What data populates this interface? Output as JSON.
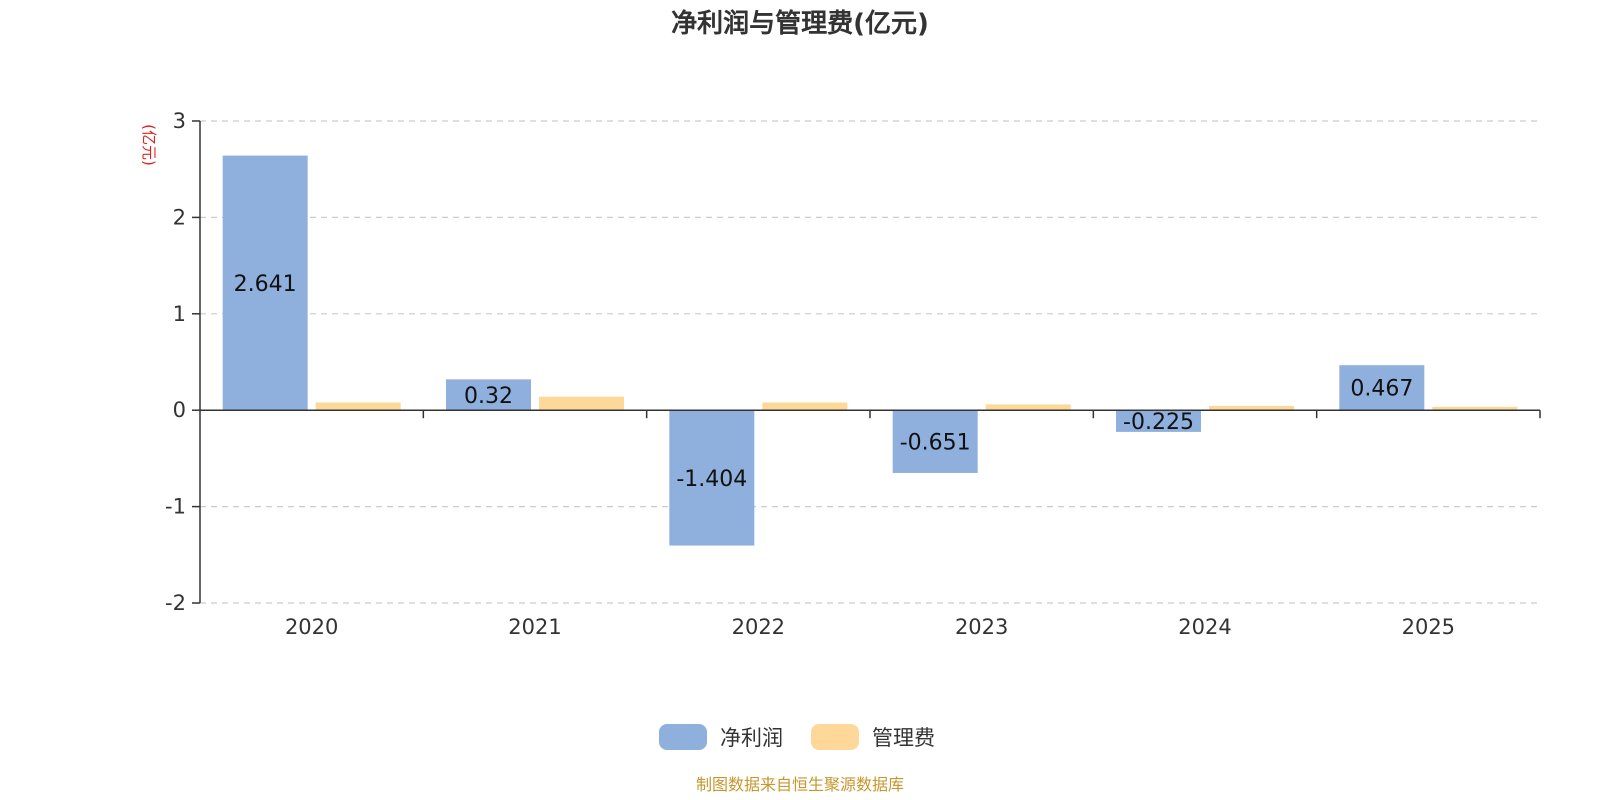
{
  "chart_data": {
    "type": "bar",
    "title": "净利润与管理费(亿元)",
    "ylabel": "(亿元)",
    "categories": [
      "2020",
      "2021",
      "2022",
      "2023",
      "2024",
      "2025"
    ],
    "series": [
      {
        "name": "净利润",
        "values": [
          2.641,
          0.32,
          -1.404,
          -0.651,
          -0.225,
          0.467
        ],
        "labels": [
          "2.641",
          "0.32",
          "-1.404",
          "-0.651",
          "-0.225",
          "0.467"
        ],
        "color": "#8fafdc"
      },
      {
        "name": "管理费",
        "values": [
          0.08,
          0.14,
          0.08,
          0.06,
          0.045,
          0.035
        ],
        "color": "#fdd898"
      }
    ],
    "ylim": [
      -2,
      3
    ],
    "yticks": [
      -2,
      -1,
      0,
      1,
      2,
      3
    ],
    "grid": true,
    "legend": "bottom-center"
  },
  "source": "制图数据来自恒生聚源数据库",
  "colors": {
    "axis": "#333333",
    "grid": "#cccccc"
  }
}
